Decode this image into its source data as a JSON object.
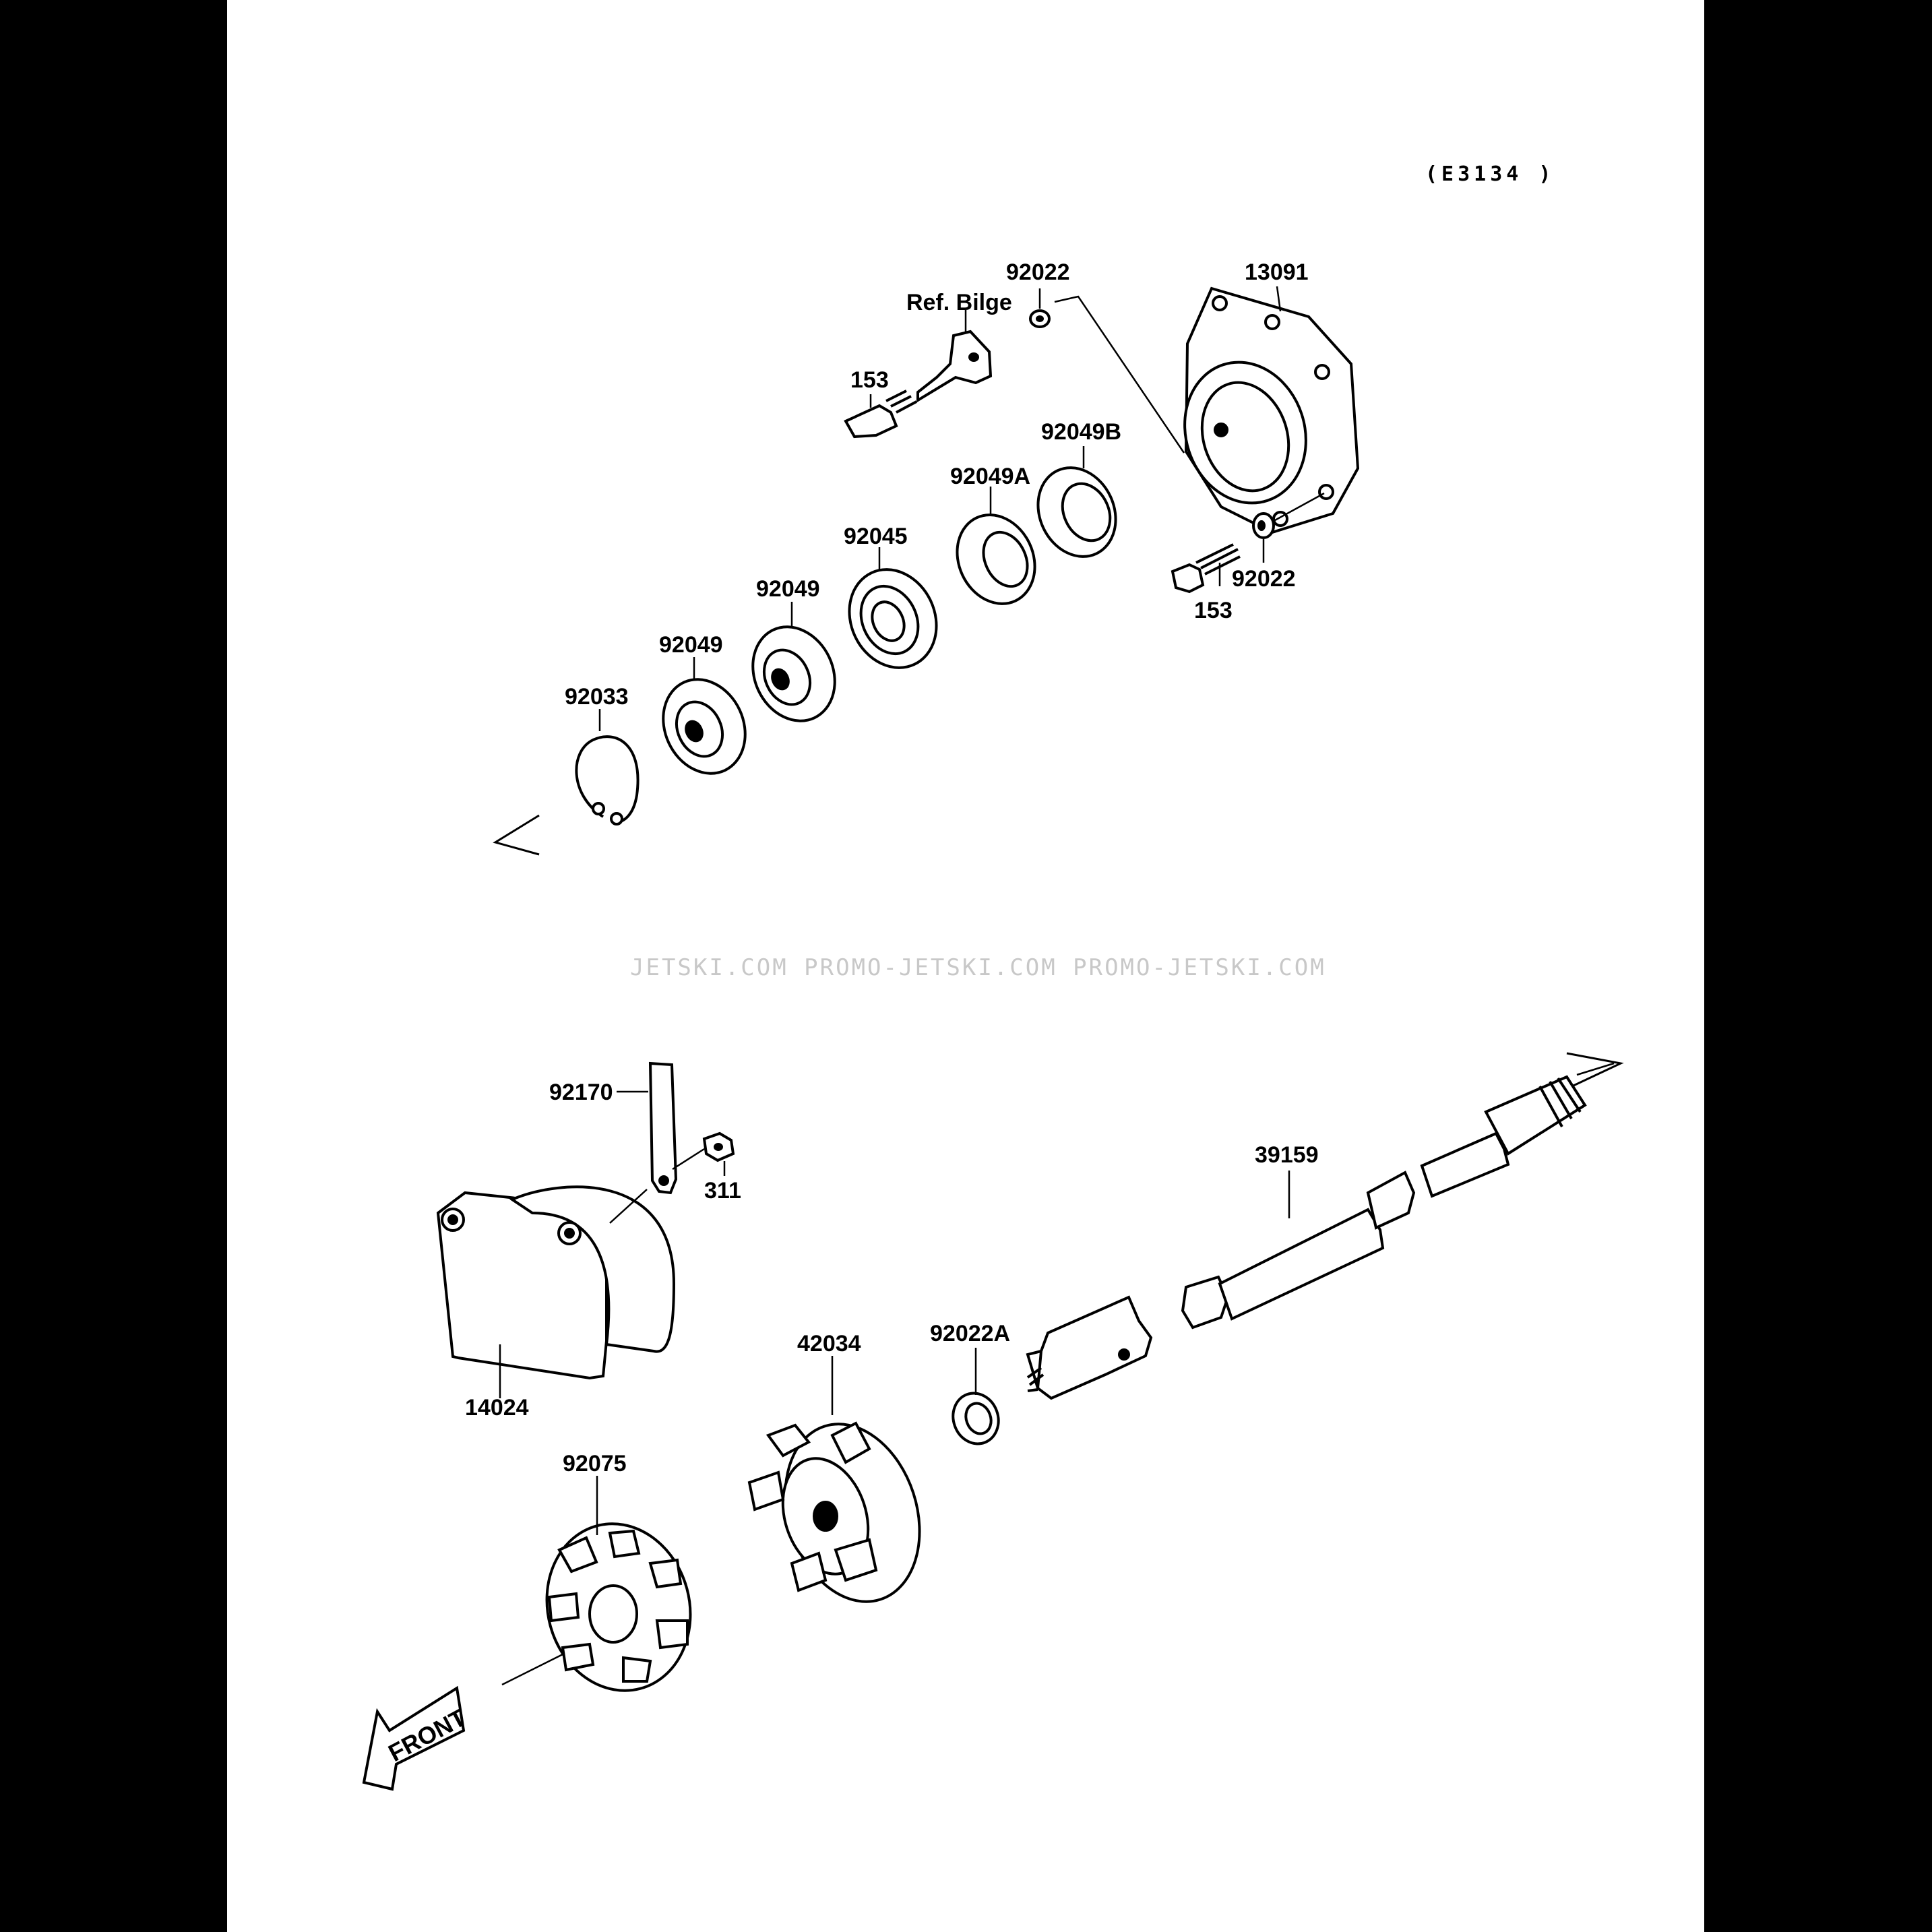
{
  "diagram": {
    "code": "(E3134 )",
    "watermark": "JETSKI.COM PROMO-JETSKI.COM PROMO-JETSKI.COM",
    "front_arrow": "FRONT",
    "ref_label": "Ref. Bilge",
    "labels": {
      "p92022_top": "92022",
      "p13091": "13091",
      "p153_top": "153",
      "p92049B": "92049B",
      "p92049A": "92049A",
      "p92045": "92045",
      "p92049_a": "92049",
      "p92049_b": "92049",
      "p92033": "92033",
      "p92022_bot": "92022",
      "p153_bot": "153",
      "p92170": "92170",
      "p311": "311",
      "p39159": "39159",
      "p14024": "14024",
      "p42034": "42034",
      "p92022A": "92022A",
      "p92075": "92075"
    }
  }
}
